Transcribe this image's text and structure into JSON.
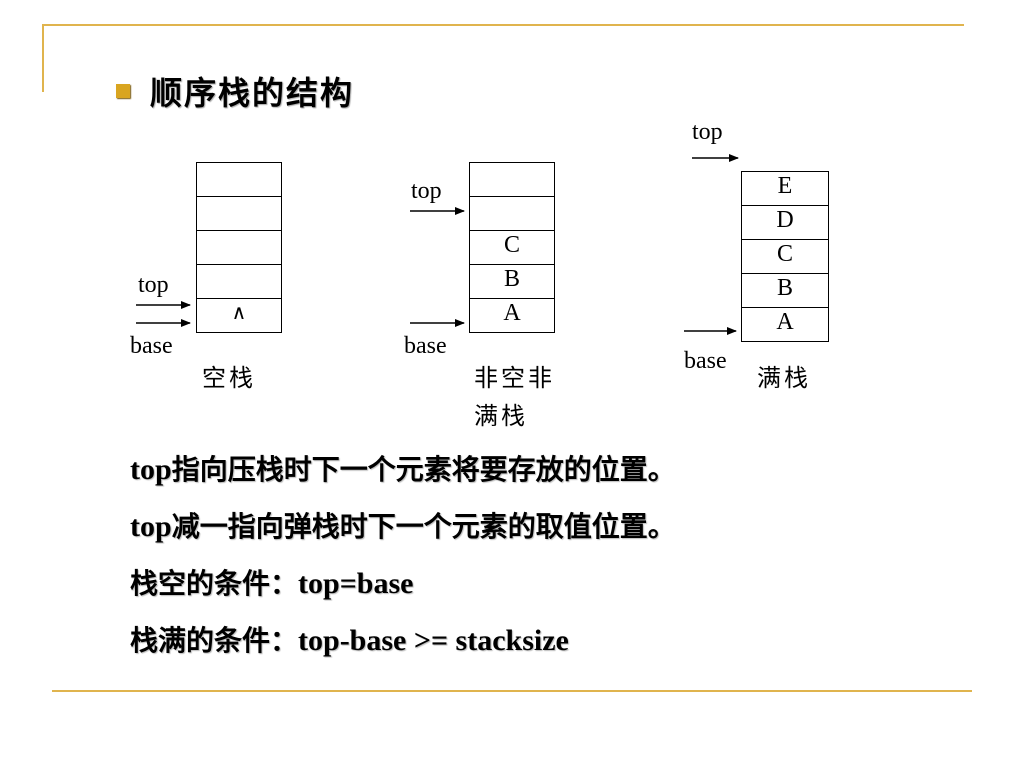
{
  "title": "顺序栈的结构",
  "pointer_labels": {
    "top": "top",
    "base": "base"
  },
  "empty_stack": {
    "cells": [
      "",
      "",
      "",
      "",
      "∧"
    ],
    "caption": "空栈"
  },
  "partial_stack": {
    "cells": [
      "",
      "",
      "C",
      "B",
      "A"
    ],
    "caption_line1": "非空非",
    "caption_line2": "满栈"
  },
  "full_stack": {
    "cells": [
      "E",
      "D",
      "C",
      "B",
      "A"
    ],
    "caption": "满栈"
  },
  "rules": [
    {
      "code": "top",
      "text": "指向压栈时下一个元素将要存放的位置。"
    },
    {
      "code": "top",
      "text": "减一指向弹栈时下一个元素的取值位置。"
    },
    {
      "text": "栈空的条件：",
      "code": "top=base"
    },
    {
      "text": "栈满的条件：",
      "code": "top-base >= stacksize"
    }
  ],
  "colors": {
    "accent_lines": "#e0b44e",
    "bullet": "#d9a520"
  }
}
